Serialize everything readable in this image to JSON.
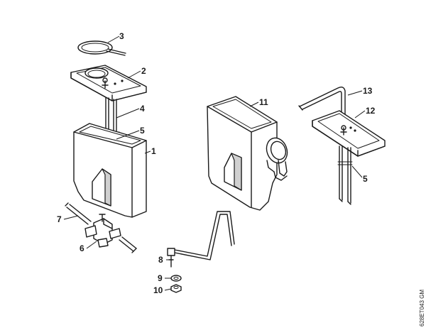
{
  "callouts": [
    {
      "id": "1",
      "label": "1"
    },
    {
      "id": "2",
      "label": "2"
    },
    {
      "id": "3",
      "label": "3"
    },
    {
      "id": "4",
      "label": "4"
    },
    {
      "id": "5a",
      "label": "5"
    },
    {
      "id": "5b",
      "label": "5"
    },
    {
      "id": "6",
      "label": "6"
    },
    {
      "id": "7",
      "label": "7"
    },
    {
      "id": "8",
      "label": "8"
    },
    {
      "id": "9",
      "label": "9"
    },
    {
      "id": "10",
      "label": "10"
    },
    {
      "id": "11",
      "label": "11"
    },
    {
      "id": "12",
      "label": "12"
    },
    {
      "id": "13",
      "label": "13"
    }
  ],
  "drawing_code": "628ET043 GM"
}
